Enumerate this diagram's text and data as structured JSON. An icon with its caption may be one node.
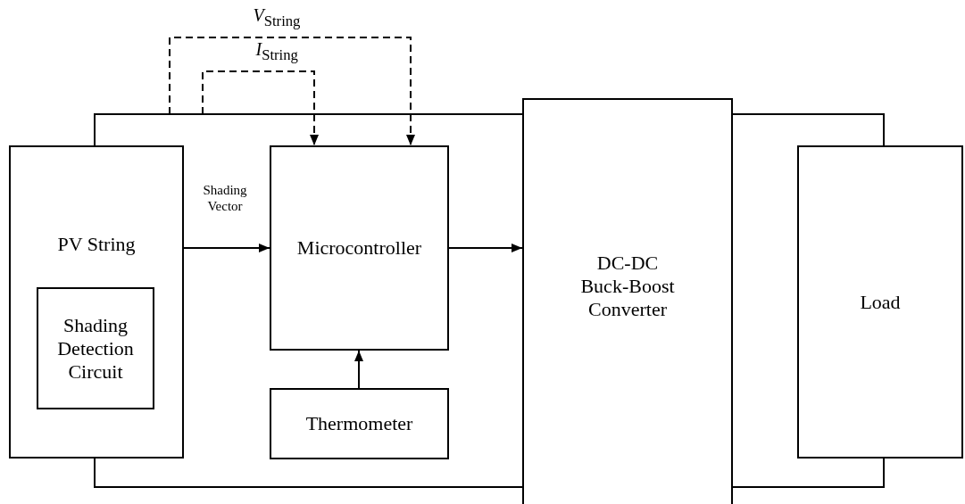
{
  "diagram": {
    "nodes": [
      {
        "text": [
          "PV String"
        ]
      },
      {
        "text": [
          "Shading Detection Circuit"
        ],
        "in": 0
      },
      {
        "text": [
          "Microcontroller"
        ]
      },
      {
        "text": [
          "Thermometer"
        ]
      },
      {
        "text": [
          "DC-DC Buck-Boost Converter"
        ]
      },
      {
        "text": [
          "Load"
        ]
      }
    ],
    "edges": [
      {
        "from": 0,
        "to": 2,
        "arrow": "to",
        "label": "Shading Vector"
      },
      {
        "from": 2,
        "to": 4,
        "arrow": "to"
      },
      {
        "from": 3,
        "to": 2,
        "arrow": "to"
      },
      {
        "from": 0,
        "to": 4,
        "arrow": "none"
      },
      {
        "from": 0,
        "to": 4,
        "arrow": "none"
      },
      {
        "from": 4,
        "to": 5,
        "arrow": "none"
      },
      {
        "from": 4,
        "to": 5,
        "arrow": "none"
      },
      {
        "from": null,
        "to": 2,
        "arrow": "to",
        "label": "*I*$_{String}$",
        "style": "dashed"
      },
      {
        "from": null,
        "to": 2,
        "arrow": "to",
        "label": "*V*$_{String}$",
        "style": "dashed"
      }
    ]
  }
}
